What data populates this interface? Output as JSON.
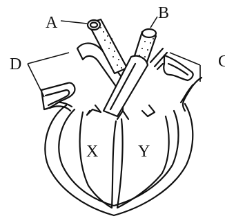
{
  "diagram": {
    "labels": {
      "a": "A",
      "b": "B",
      "c": "C",
      "d": "D",
      "x": "X",
      "y": "Y"
    }
  }
}
